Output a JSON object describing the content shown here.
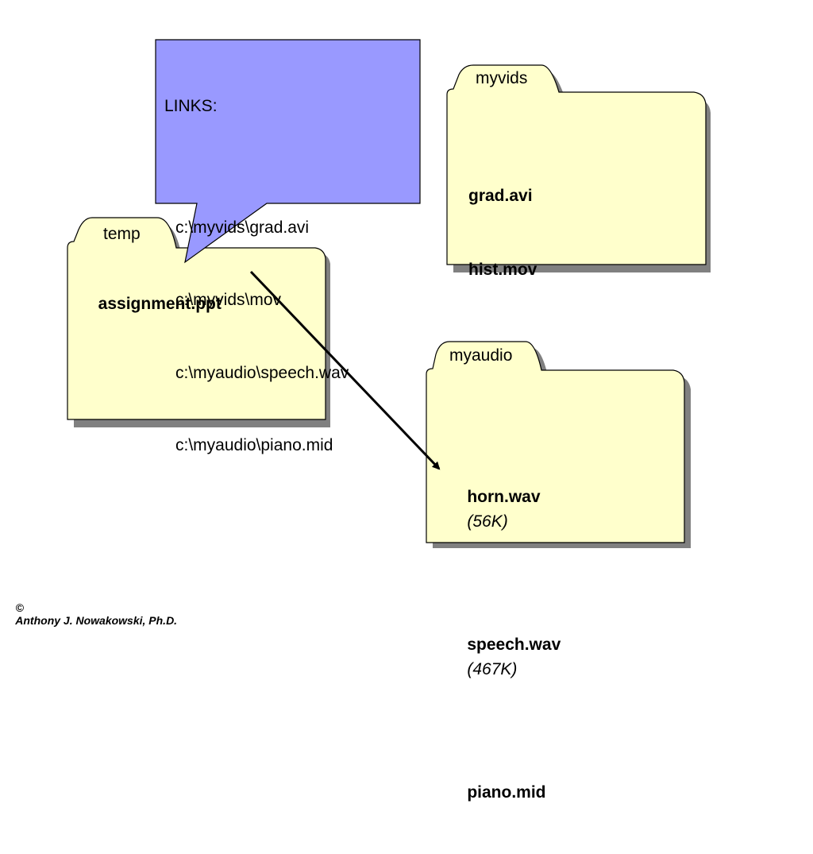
{
  "colors": {
    "folder_fill": "#ffffcc",
    "folder_shadow": "#808080",
    "callout_fill": "#9999ff",
    "stroke": "#000000"
  },
  "callout": {
    "heading": "LINKS:",
    "links": [
      "c:\\myvids\\grad.avi",
      "c:\\myvids\\mov",
      "c:\\myaudio\\speech.wav",
      "c:\\myaudio\\piano.mid"
    ]
  },
  "folders": {
    "temp": {
      "name": "temp",
      "files": [
        {
          "name": "assignment.ppt"
        }
      ]
    },
    "myvids": {
      "name": "myvids",
      "files": [
        {
          "name": "grad.avi"
        },
        {
          "name": "hist.mov"
        }
      ]
    },
    "myaudio": {
      "name": "myaudio",
      "files": [
        {
          "name": "horn.wav",
          "size": "(56K)"
        },
        {
          "name": "speech.wav",
          "size": "(467K)"
        },
        {
          "name": "piano.mid"
        }
      ]
    }
  },
  "footer": {
    "copyright_symbol": "©",
    "author": "Anthony J. Nowakowski, Ph.D."
  }
}
